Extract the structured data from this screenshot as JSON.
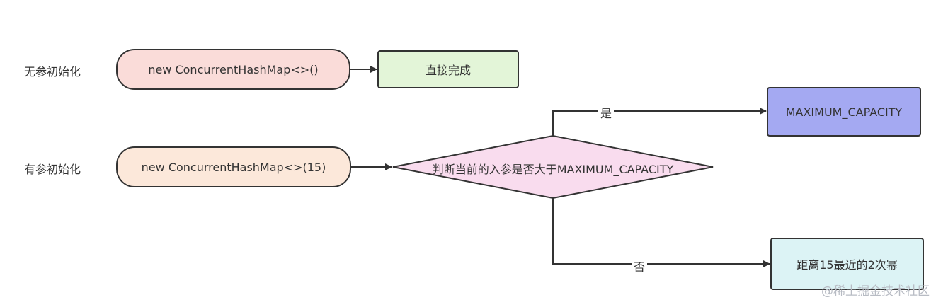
{
  "row1": {
    "label": "无参初始化",
    "call": "new ConcurrentHashMap<>()",
    "result": "直接完成"
  },
  "row2": {
    "label": "有参初始化",
    "call": "new ConcurrentHashMap<>(15)",
    "decision": "判断当前的入参是否大于MAXIMUM_CAPACITY",
    "yes_label": "是",
    "yes_result": "MAXIMUM_CAPACITY",
    "no_label": "否",
    "no_result": "距离15最近的2次幂"
  },
  "colors": {
    "no_arg_call_fill": "#fadcd9",
    "no_arg_result_fill": "#e3f5d8",
    "with_arg_call_fill": "#fce8da",
    "decision_fill": "#f9dcee",
    "yes_result_fill": "#a4a9f2",
    "no_result_fill": "#dcf3f5"
  },
  "watermark": "@稀土掘金技术社区"
}
